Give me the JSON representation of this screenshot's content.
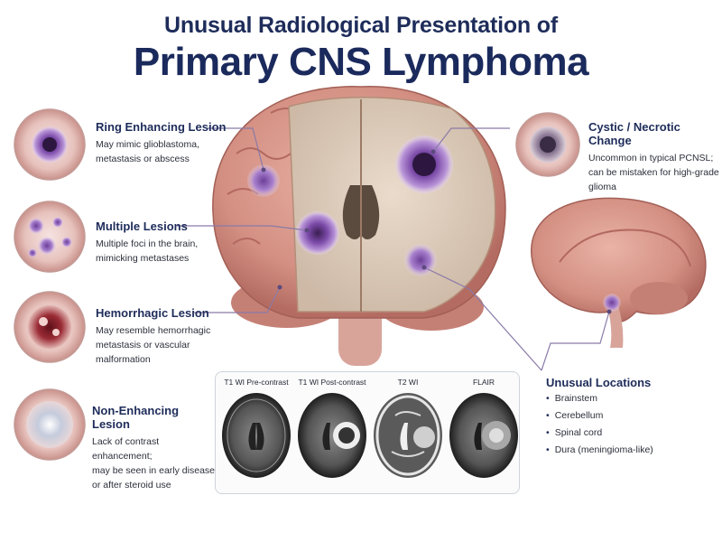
{
  "title": {
    "line1": "Unusual Radiological Presentation of",
    "line2": "Primary CNS Lymphoma"
  },
  "callouts": [
    {
      "heading": "Ring Enhancing Lesion",
      "desc_lines": [
        "May mimic glioblastoma,",
        "metastasis or abscess"
      ]
    },
    {
      "heading": "Multiple Lesions",
      "desc_lines": [
        "Multiple foci in the brain,",
        "mimicking metastases"
      ]
    },
    {
      "heading": "Hemorrhagic Lesion",
      "desc_lines": [
        "May resemble hemorrhagic",
        "metastasis or vascular",
        "malformation"
      ]
    },
    {
      "heading": "Non-Enhancing Lesion",
      "desc_lines": [
        "Lack of contrast enhancement;",
        "may be seen in early disease",
        "or after steroid use"
      ]
    },
    {
      "heading": "Cystic / Necrotic Change",
      "desc_lines": [
        "Uncommon in typical PCNSL;",
        "can be mistaken for high-grade",
        "glioma"
      ]
    }
  ],
  "unusual_locations": {
    "heading": "Unusual Locations",
    "items": [
      "Brainstem",
      "Cerebellum",
      "Spinal cord",
      "Dura (meningioma-like)"
    ]
  },
  "mri_panels": [
    {
      "label": "T1 WI Pre-contrast"
    },
    {
      "label": "T1 WI Post-contrast"
    },
    {
      "label": "T2 WI"
    },
    {
      "label": "FLAIR"
    }
  ],
  "colors": {
    "title": "#1e2c5a",
    "lesion_purple": "#7b4aa8",
    "hemorrhage_red": "#9a2b35",
    "brain_pink": "#d99a8f",
    "connector": "#8a7aa8"
  }
}
